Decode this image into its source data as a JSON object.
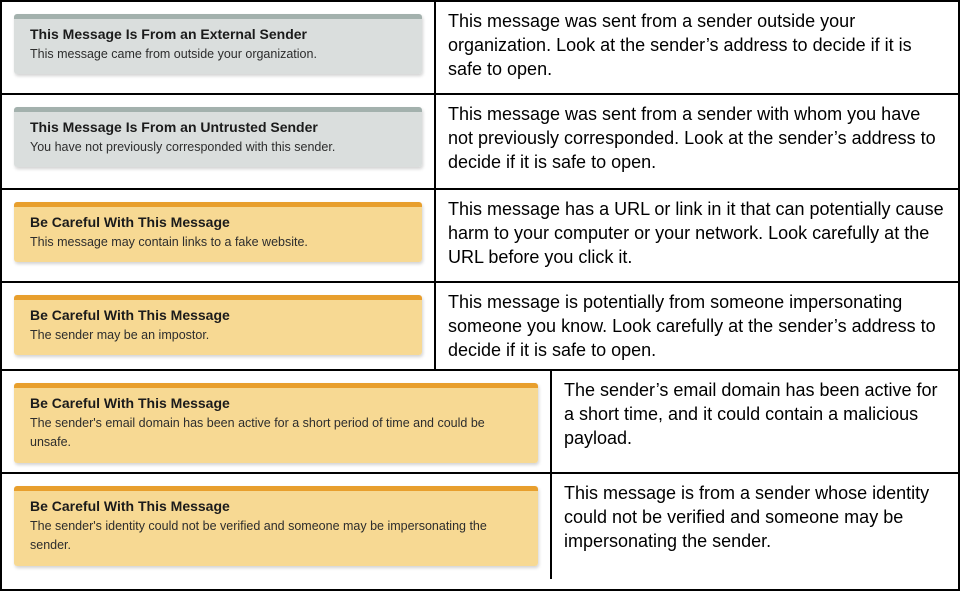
{
  "colors": {
    "gray_banner_top": "#a3b1ad",
    "gray_banner_body": "#dadedd",
    "yellow_banner_top": "#e89f2d",
    "yellow_banner_body": "#f7d993",
    "table_border": "#000000"
  },
  "rows": [
    {
      "banner": {
        "style": "gray",
        "title": "This Message Is From an External Sender",
        "subtitle": "This message came from outside your organization."
      },
      "description": "This message was sent from a sender outside your organization. Look at the sender’s address to decide if it is safe to open."
    },
    {
      "banner": {
        "style": "gray",
        "title": "This Message Is From an Untrusted Sender",
        "subtitle": "You have not previously corresponded with this sender."
      },
      "description": "This message was sent from a sender with whom you have not previously corresponded. Look at the sender’s address to decide if it is safe to open."
    },
    {
      "banner": {
        "style": "yellow",
        "title": "Be Careful With This Message",
        "subtitle": "This message may contain links to a fake website."
      },
      "description": "This message has a URL or link in it that can potentially cause harm to your computer or your network. Look carefully at the URL before you click it."
    },
    {
      "banner": {
        "style": "yellow",
        "title": "Be Careful With This Message",
        "subtitle": "The sender may be an impostor."
      },
      "description": "This message is potentially from someone impersonating someone you know. Look carefully at the sender’s address to decide if it is safe to open."
    },
    {
      "banner": {
        "style": "yellow",
        "title": "Be Careful With This Message",
        "subtitle": "The sender's email domain has been active for a short period of time and could be unsafe."
      },
      "description": "The sender’s email domain has been active for a short time, and it could contain a malicious payload."
    },
    {
      "banner": {
        "style": "yellow",
        "title": "Be Careful With This Message",
        "subtitle": "The sender's identity could not be verified and someone may be impersonating the sender."
      },
      "description": "This message is from a sender whose identity could not be verified and someone may be impersonating the sender."
    }
  ]
}
